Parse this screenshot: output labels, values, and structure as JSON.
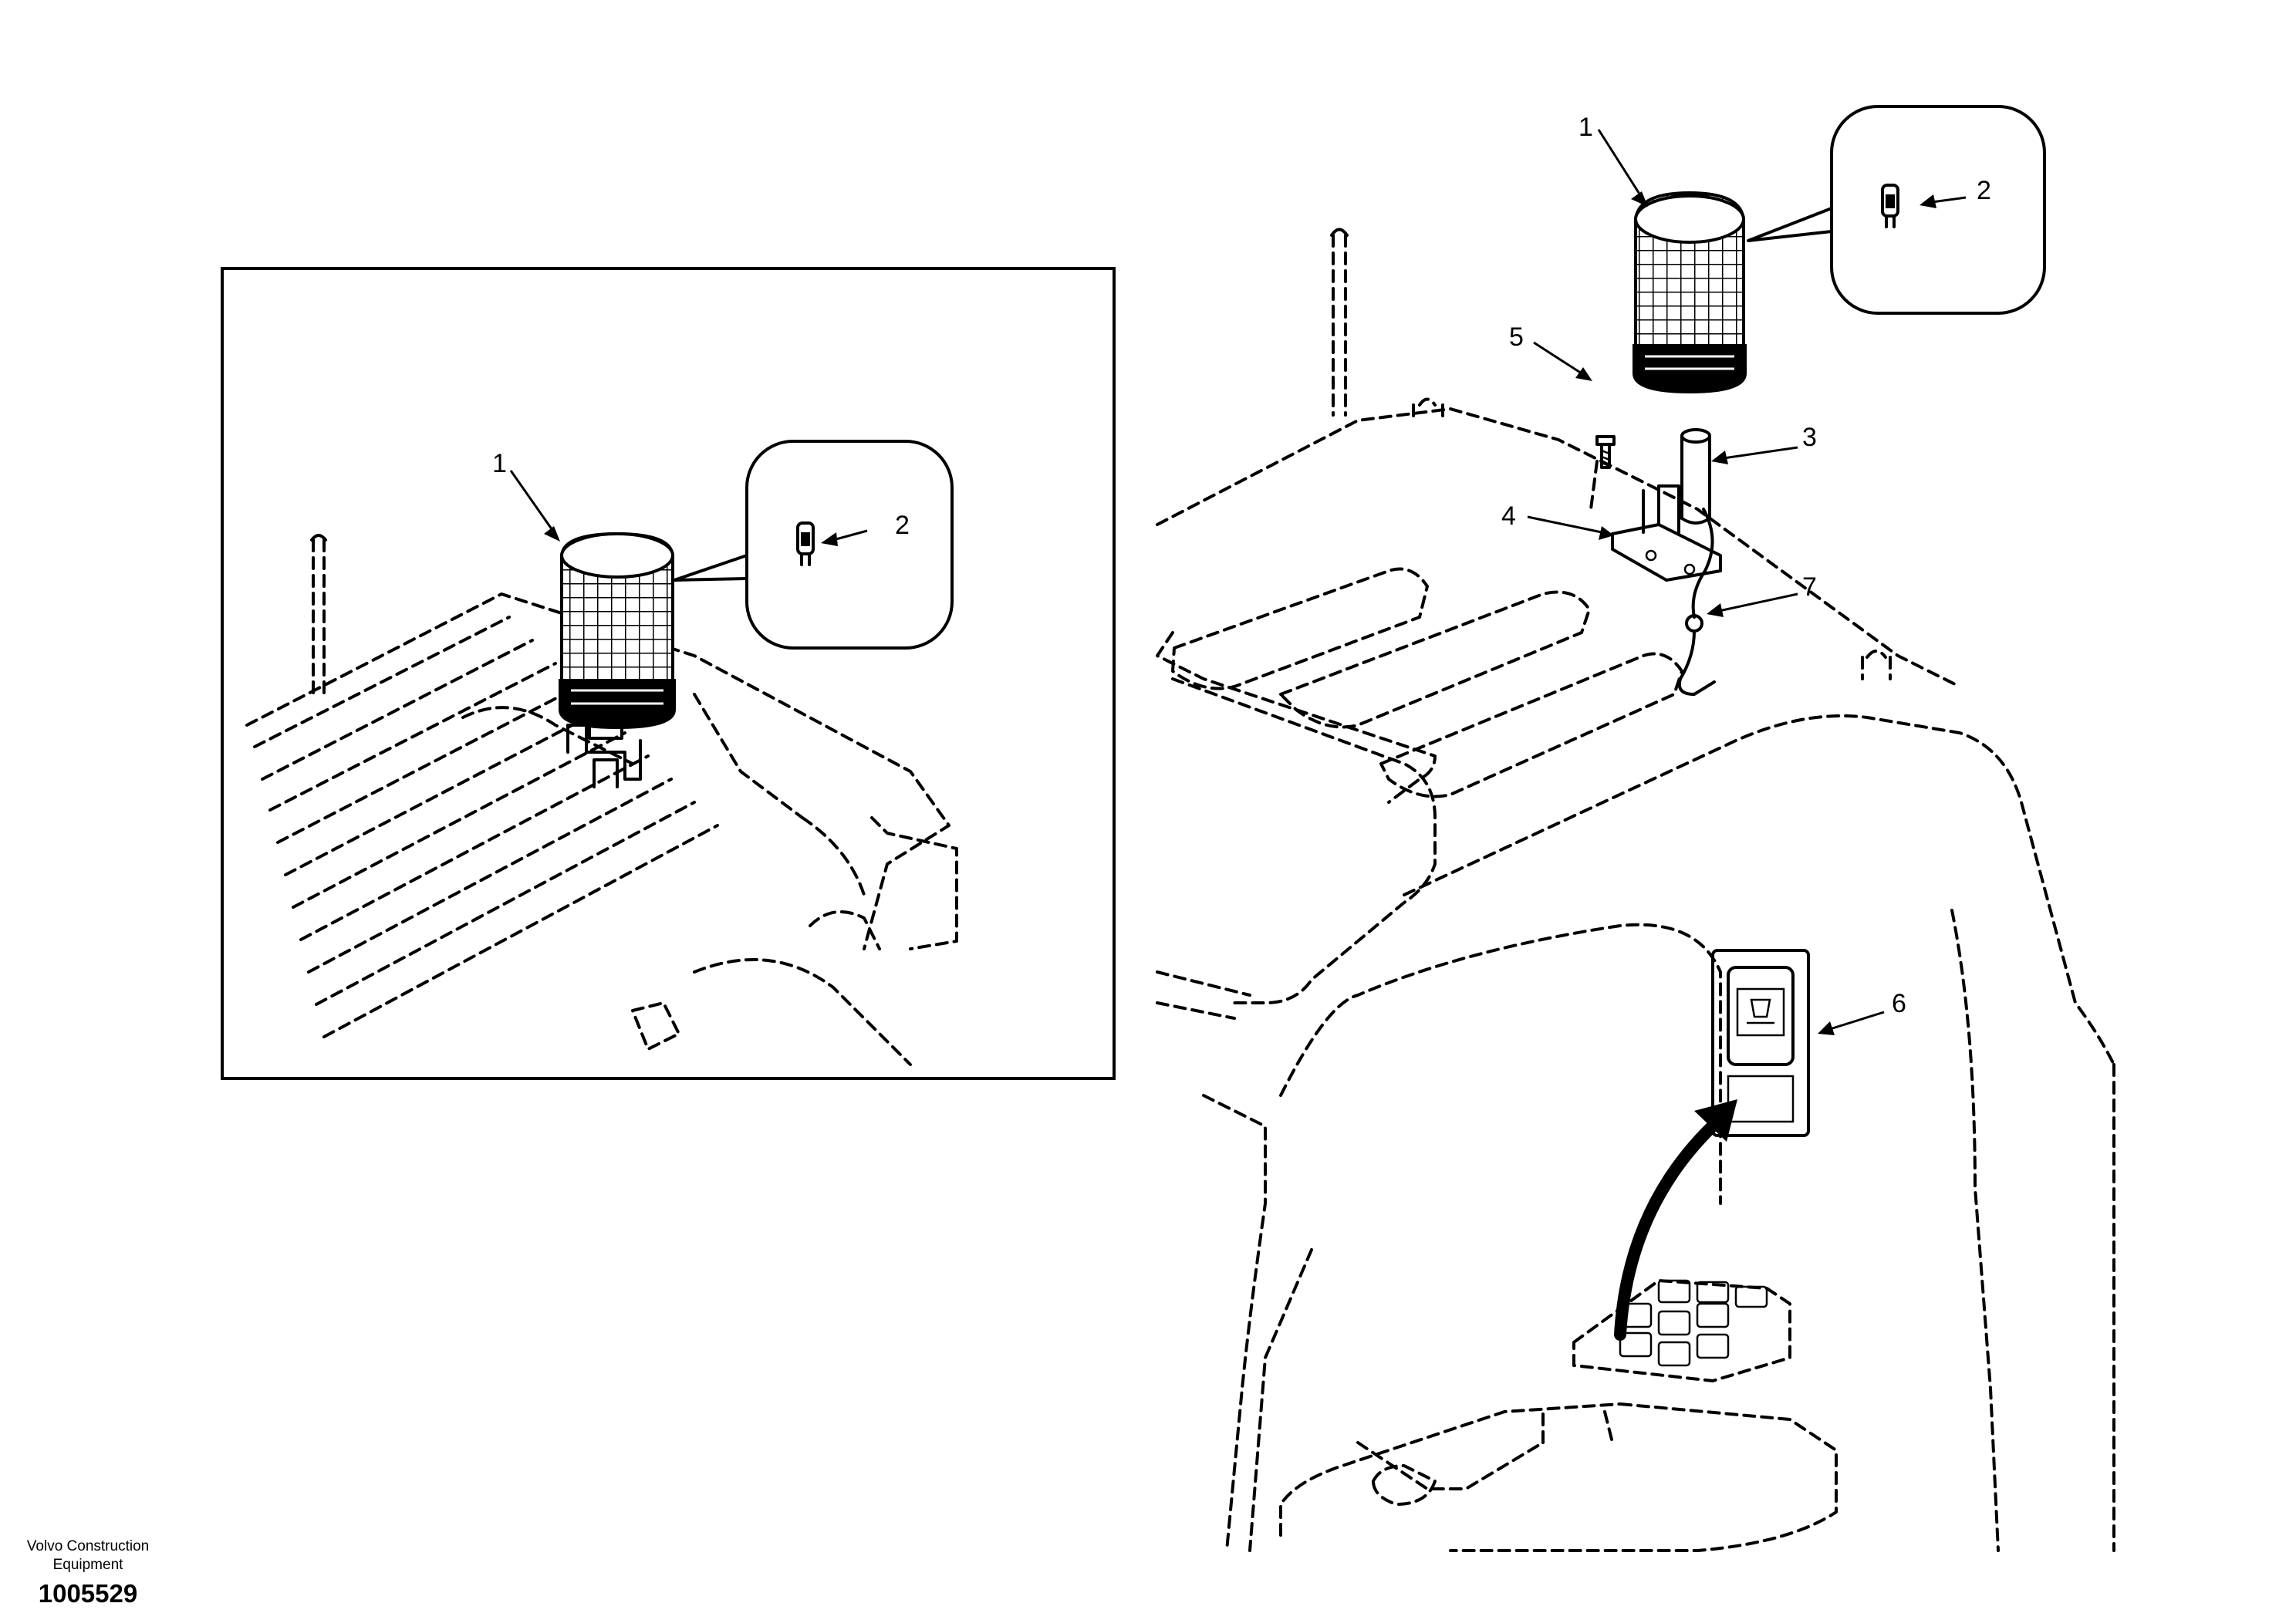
{
  "callouts": {
    "inset_beacon": "1",
    "inset_bulb": "2",
    "main_beacon": "1",
    "main_bulb": "2",
    "main_pipe": "3",
    "main_bracket": "4",
    "main_screw": "5",
    "main_switch": "6",
    "main_wire": "7"
  },
  "footer": {
    "brand_line1": "Volvo Construction",
    "brand_line2": "Equipment",
    "document_number": "1005529"
  },
  "colors": {
    "ink": "#000000",
    "paper": "#ffffff"
  }
}
